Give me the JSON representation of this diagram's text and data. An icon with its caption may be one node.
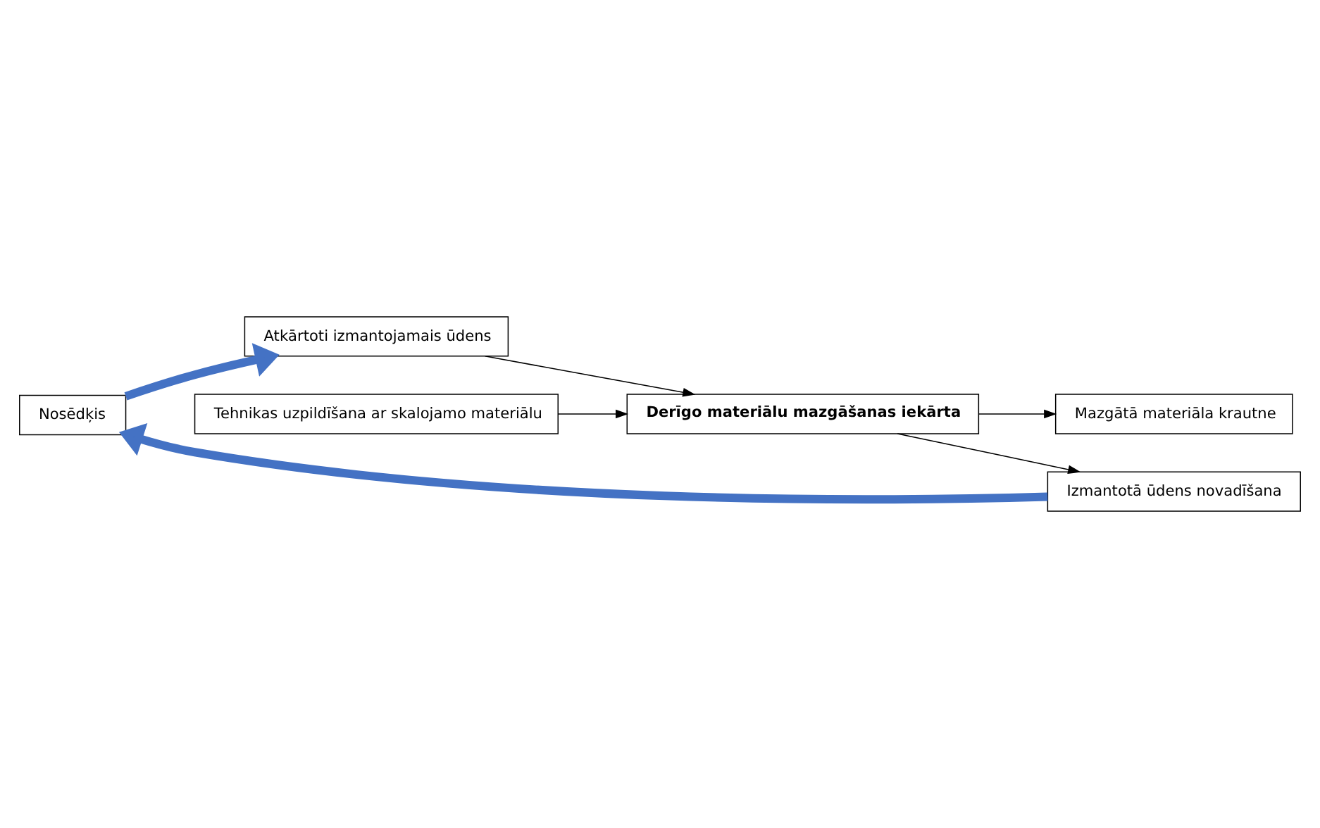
{
  "diagram": {
    "nodes": [
      {
        "text": [
          "Nosēdķis"
        ]
      },
      {
        "text": [
          "Atkārtoti izmantojamais ūdens"
        ]
      },
      {
        "text": [
          "Derīgo materiālu mazgāšanas iekārta"
        ]
      },
      {
        "text": [
          "Tehnikas uzpildīšana ar skalojamo materiālu"
        ]
      },
      {
        "text": [
          "Mazgātā materiāla krautne"
        ]
      },
      {
        "text": [
          "Izmantotā ūdens novadīšana"
        ]
      }
    ],
    "edges": [
      {
        "from": 5,
        "to": 0,
        "arrow": "to",
        "style": "thick",
        "color": "#4472c4"
      },
      {
        "from": 0,
        "to": 1,
        "arrow": "to",
        "style": "thick",
        "color": "#4472c4"
      },
      {
        "from": 1,
        "to": 2,
        "arrow": "to"
      },
      {
        "from": 3,
        "to": 2,
        "arrow": "to"
      },
      {
        "from": 2,
        "to": 4,
        "arrow": "to"
      },
      {
        "from": 2,
        "to": 5,
        "arrow": "to"
      }
    ]
  }
}
